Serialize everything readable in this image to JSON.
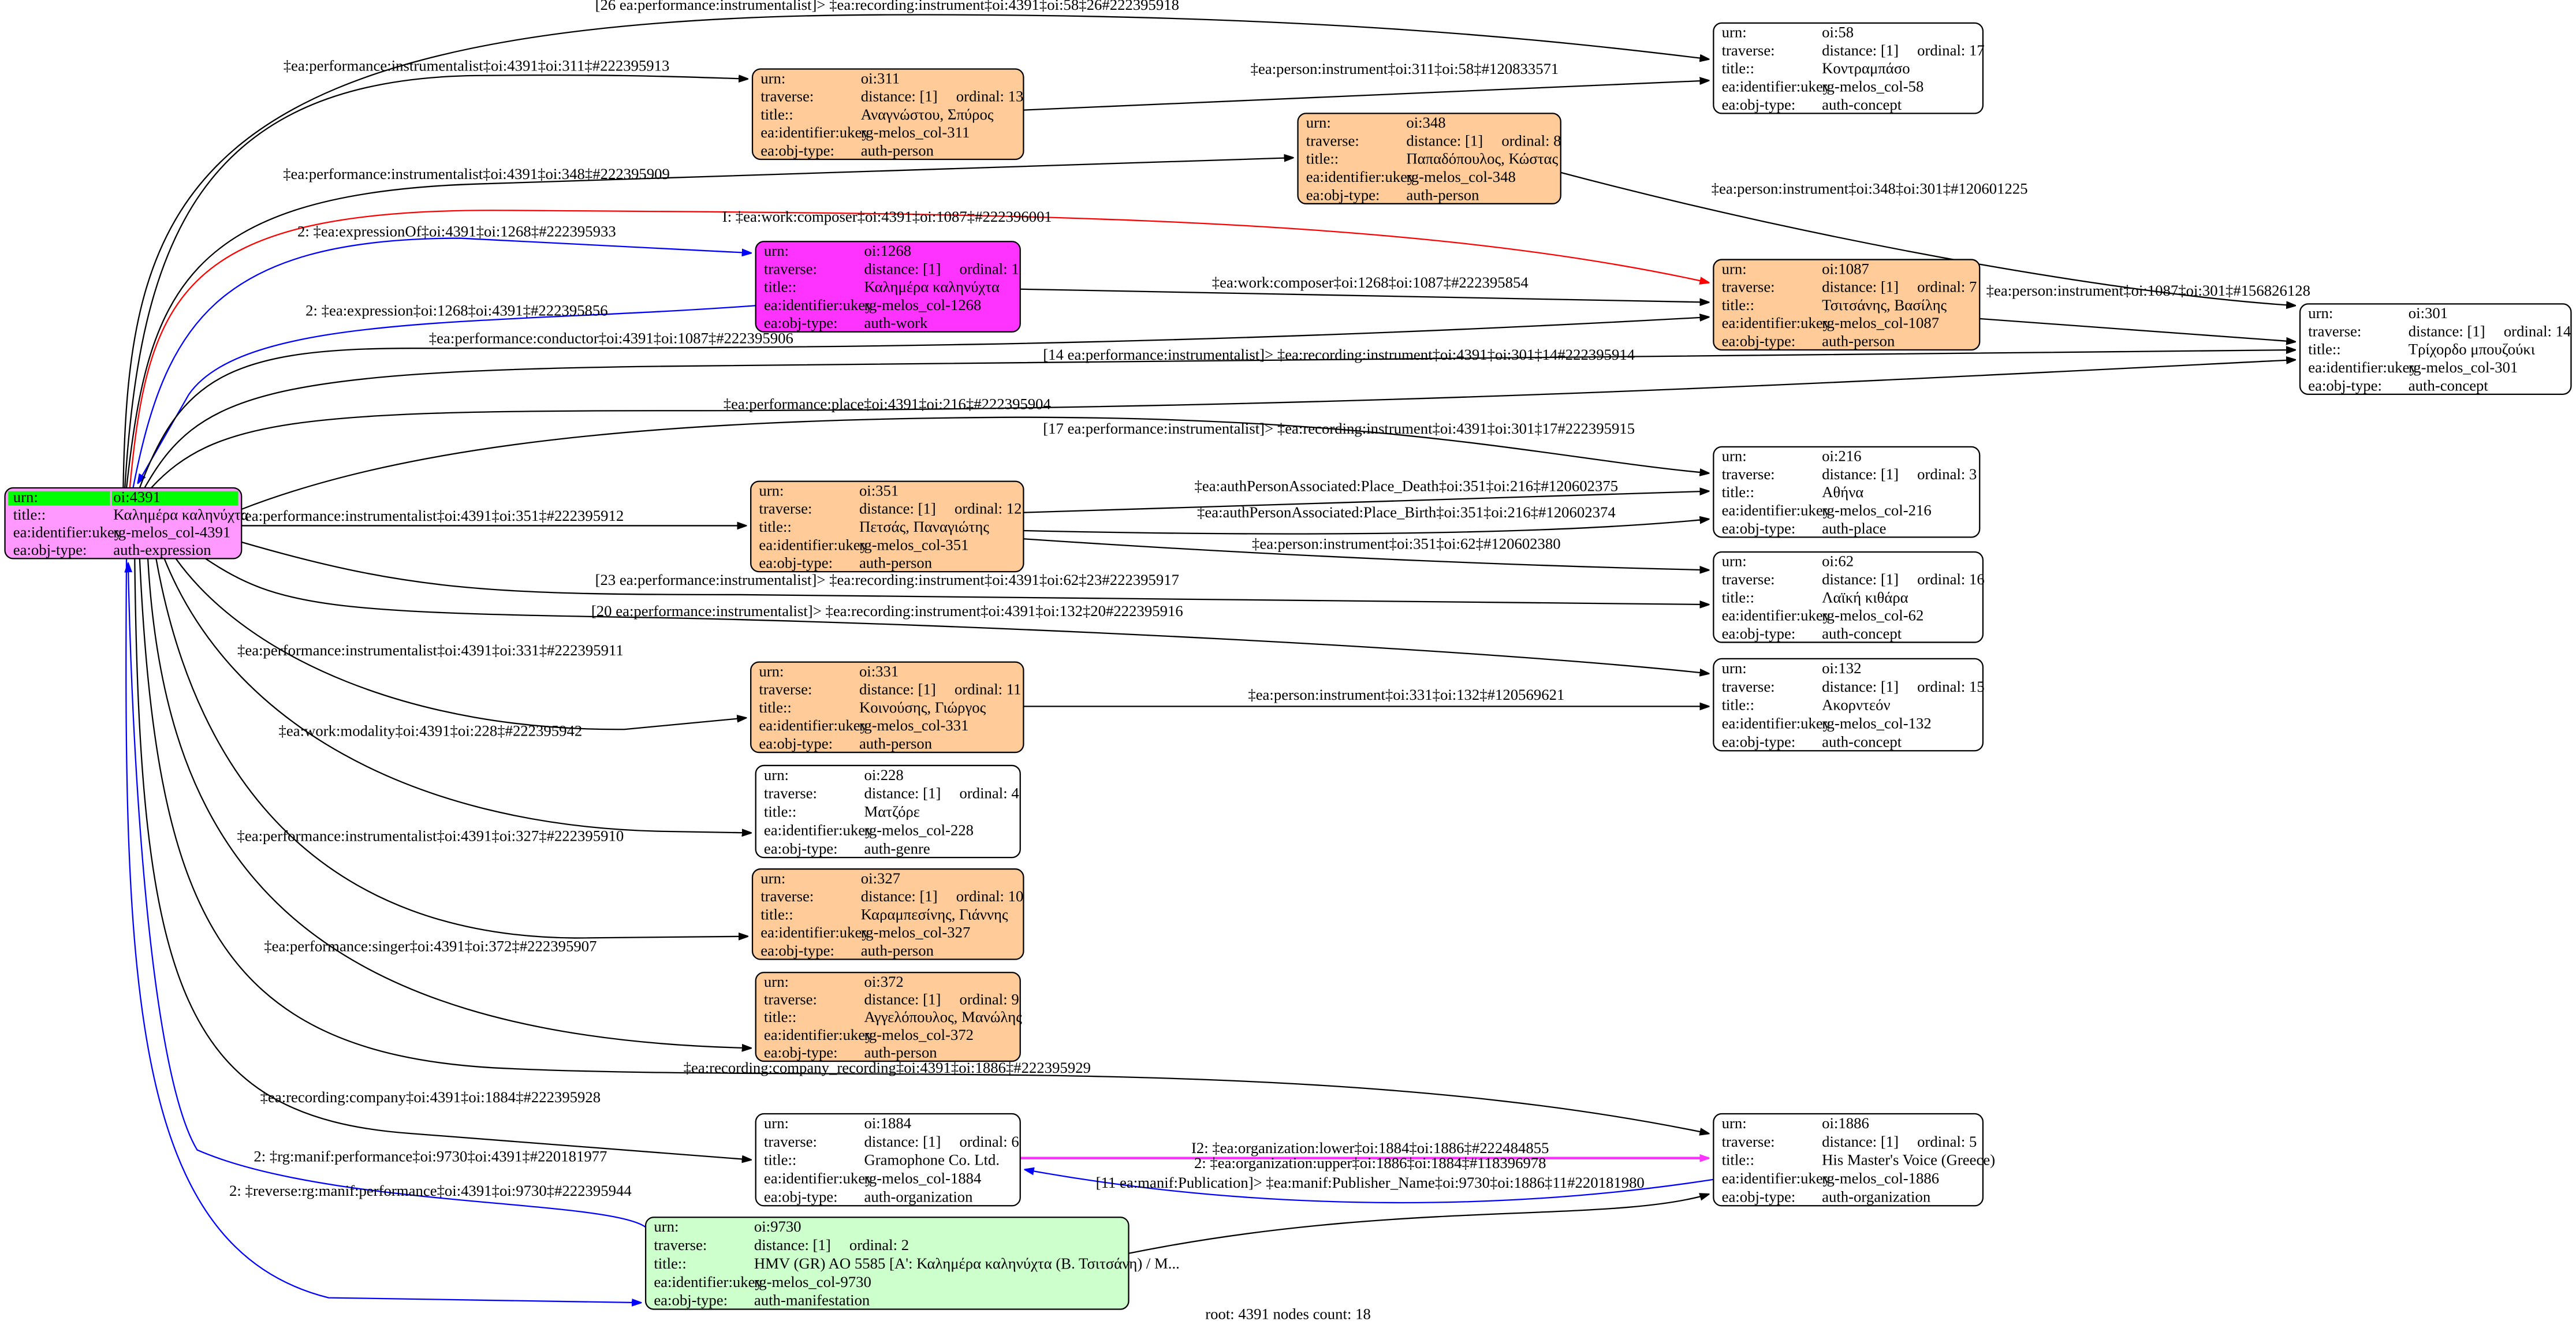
{
  "field_labels": {
    "urn": "urn:",
    "traverse": "traverse:",
    "title": "title::",
    "ukey": "ea:identifier:ukey",
    "objtype": "ea:obj-type:"
  },
  "colors": {
    "person": "#ffcc99",
    "work": "#ff33ff",
    "root": "#ff99ff",
    "root_header": "#00ff00",
    "manifestation": "#ccffcc",
    "plain": "#ffffff",
    "red": "#ff0000",
    "blue": "#0000ff",
    "magenta": "#ff33ff",
    "black": "#000000"
  },
  "nodes": [
    {
      "id": "4391",
      "urn": "oi:4391",
      "title": "Καλημέρα καληνύχτα",
      "ukey": "rg-melos_col-4391",
      "objtype": "auth-expression",
      "color": "#ff99ff",
      "root": true
    },
    {
      "id": "58",
      "urn": "oi:58",
      "distance": "distance: [1]",
      "ordinal": "ordinal: 17",
      "title": "Κοντραμπάσο",
      "ukey": "rg-melos_col-58",
      "objtype": "auth-concept",
      "color": "#ffffff"
    },
    {
      "id": "311",
      "urn": "oi:311",
      "distance": "distance: [1]",
      "ordinal": "ordinal: 13",
      "title": "Αναγνώστου, Σπύρος",
      "ukey": "rg-melos_col-311",
      "objtype": "auth-person",
      "color": "#ffcc99"
    },
    {
      "id": "348",
      "urn": "oi:348",
      "distance": "distance: [1]",
      "ordinal": "ordinal: 8",
      "title": "Παπαδόπουλος, Κώστας",
      "ukey": "rg-melos_col-348",
      "objtype": "auth-person",
      "color": "#ffcc99"
    },
    {
      "id": "1268",
      "urn": "oi:1268",
      "distance": "distance: [1]",
      "ordinal": "ordinal: 1",
      "title": "Καλημέρα καληνύχτα",
      "ukey": "rg-melos_col-1268",
      "objtype": "auth-work",
      "color": "#ff33ff"
    },
    {
      "id": "1087",
      "urn": "oi:1087",
      "distance": "distance: [1]",
      "ordinal": "ordinal: 7",
      "title": "Τσιτσάνης, Βασίλης",
      "ukey": "rg-melos_col-1087",
      "objtype": "auth-person",
      "color": "#ffcc99"
    },
    {
      "id": "301",
      "urn": "oi:301",
      "distance": "distance: [1]",
      "ordinal": "ordinal: 14",
      "title": "Τρίχορδο μπουζούκι",
      "ukey": "rg-melos_col-301",
      "objtype": "auth-concept",
      "color": "#ffffff"
    },
    {
      "id": "216",
      "urn": "oi:216",
      "distance": "distance: [1]",
      "ordinal": "ordinal: 3",
      "title": "Αθήνα",
      "ukey": "rg-melos_col-216",
      "objtype": "auth-place",
      "color": "#ffffff"
    },
    {
      "id": "351",
      "urn": "oi:351",
      "distance": "distance: [1]",
      "ordinal": "ordinal: 12",
      "title": "Πετσάς, Παναγιώτης",
      "ukey": "rg-melos_col-351",
      "objtype": "auth-person",
      "color": "#ffcc99"
    },
    {
      "id": "62",
      "urn": "oi:62",
      "distance": "distance: [1]",
      "ordinal": "ordinal: 16",
      "title": "Λαϊκή κιθάρα",
      "ukey": "rg-melos_col-62",
      "objtype": "auth-concept",
      "color": "#ffffff"
    },
    {
      "id": "132",
      "urn": "oi:132",
      "distance": "distance: [1]",
      "ordinal": "ordinal: 15",
      "title": "Ακορντεόν",
      "ukey": "rg-melos_col-132",
      "objtype": "auth-concept",
      "color": "#ffffff"
    },
    {
      "id": "331",
      "urn": "oi:331",
      "distance": "distance: [1]",
      "ordinal": "ordinal: 11",
      "title": "Κοινούσης, Γιώργος",
      "ukey": "rg-melos_col-331",
      "objtype": "auth-person",
      "color": "#ffcc99"
    },
    {
      "id": "228",
      "urn": "oi:228",
      "distance": "distance: [1]",
      "ordinal": "ordinal: 4",
      "title": "Ματζόρε",
      "ukey": "rg-melos_col-228",
      "objtype": "auth-genre",
      "color": "#ffffff"
    },
    {
      "id": "327",
      "urn": "oi:327",
      "distance": "distance: [1]",
      "ordinal": "ordinal: 10",
      "title": "Καραμπεσίνης, Γιάννης",
      "ukey": "rg-melos_col-327",
      "objtype": "auth-person",
      "color": "#ffcc99"
    },
    {
      "id": "372",
      "urn": "oi:372",
      "distance": "distance: [1]",
      "ordinal": "ordinal: 9",
      "title": "Αγγελόπουλος, Μανώλης",
      "ukey": "rg-melos_col-372",
      "objtype": "auth-person",
      "color": "#ffcc99"
    },
    {
      "id": "1884",
      "urn": "oi:1884",
      "distance": "distance: [1]",
      "ordinal": "ordinal: 6",
      "title": "Gramophone Co. Ltd.",
      "ukey": "rg-melos_col-1884",
      "objtype": "auth-organization",
      "color": "#ffffff"
    },
    {
      "id": "1886",
      "urn": "oi:1886",
      "distance": "distance: [1]",
      "ordinal": "ordinal: 5",
      "title": "His Master's Voice (Greece)",
      "ukey": "rg-melos_col-1886",
      "objtype": "auth-organization",
      "color": "#ffffff"
    },
    {
      "id": "9730",
      "urn": "oi:9730",
      "distance": "distance: [1]",
      "ordinal": "ordinal: 2",
      "title": "HMV (GR) AO 5585 [Α': Καλημέρα καληνύχτα (Β. Τσιτσάνη) / Μ...",
      "ukey": "rg-melos_col-9730",
      "objtype": "auth-manifestation",
      "color": "#ccffcc"
    }
  ],
  "edges": [
    {
      "label": "[26 ea:performance:instrumentalist]> ‡ea:recording:instrument‡oi:4391‡oi:58‡26#222395918",
      "color": "#000000"
    },
    {
      "label": "‡ea:performance:instrumentalist‡oi:4391‡oi:311‡#222395913",
      "color": "#000000"
    },
    {
      "label": "‡ea:person:instrument‡oi:311‡oi:58‡#120833571",
      "color": "#000000"
    },
    {
      "label": "‡ea:performance:instrumentalist‡oi:4391‡oi:348‡#222395909",
      "color": "#000000"
    },
    {
      "label": "‡ea:person:instrument‡oi:348‡oi:301‡#120601225",
      "color": "#000000"
    },
    {
      "label": "I: ‡ea:work:composer‡oi:4391‡oi:1087‡#222396001",
      "color": "#ff0000"
    },
    {
      "label": "2: ‡ea:expressionOf‡oi:4391‡oi:1268‡#222395933",
      "color": "#0000ff"
    },
    {
      "label": "2: ‡ea:expression‡oi:1268‡oi:4391‡#222395856",
      "color": "#0000ff"
    },
    {
      "label": "‡ea:work:composer‡oi:1268‡oi:1087‡#222395854",
      "color": "#000000"
    },
    {
      "label": "‡ea:performance:conductor‡oi:4391‡oi:1087‡#222395906",
      "color": "#000000"
    },
    {
      "label": "‡ea:person:instrument‡oi:1087‡oi:301‡#156826128",
      "color": "#000000"
    },
    {
      "label": "[14 ea:performance:instrumentalist]> ‡ea:recording:instrument‡oi:4391‡oi:301‡14#222395914",
      "color": "#000000"
    },
    {
      "label": "[17 ea:performance:instrumentalist]> ‡ea:recording:instrument‡oi:4391‡oi:301‡17#222395915",
      "color": "#000000"
    },
    {
      "label": "‡ea:performance:place‡oi:4391‡oi:216‡#222395904",
      "color": "#000000"
    },
    {
      "label": "‡ea:performance:instrumentalist‡oi:4391‡oi:351‡#222395912",
      "color": "#000000"
    },
    {
      "label": "‡ea:authPersonAssociated:Place_Death‡oi:351‡oi:216‡#120602375",
      "color": "#000000"
    },
    {
      "label": "‡ea:authPersonAssociated:Place_Birth‡oi:351‡oi:216‡#120602374",
      "color": "#000000"
    },
    {
      "label": "‡ea:person:instrument‡oi:351‡oi:62‡#120602380",
      "color": "#000000"
    },
    {
      "label": "[23 ea:performance:instrumentalist]> ‡ea:recording:instrument‡oi:4391‡oi:62‡23#222395917",
      "color": "#000000"
    },
    {
      "label": "[20 ea:performance:instrumentalist]> ‡ea:recording:instrument‡oi:4391‡oi:132‡20#222395916",
      "color": "#000000"
    },
    {
      "label": "‡ea:performance:instrumentalist‡oi:4391‡oi:331‡#222395911",
      "color": "#000000"
    },
    {
      "label": "‡ea:person:instrument‡oi:331‡oi:132‡#120569621",
      "color": "#000000"
    },
    {
      "label": "‡ea:work:modality‡oi:4391‡oi:228‡#222395942",
      "color": "#000000"
    },
    {
      "label": "‡ea:performance:instrumentalist‡oi:4391‡oi:327‡#222395910",
      "color": "#000000"
    },
    {
      "label": "‡ea:performance:singer‡oi:4391‡oi:372‡#222395907",
      "color": "#000000"
    },
    {
      "label": "‡ea:recording:company_recording‡oi:4391‡oi:1886‡#222395929",
      "color": "#000000"
    },
    {
      "label": "‡ea:recording:company‡oi:4391‡oi:1884‡#222395928",
      "color": "#000000"
    },
    {
      "label": "I2: ‡ea:organization:lower‡oi:1884‡oi:1886‡#222484855",
      "color": "#ff33ff"
    },
    {
      "label": "2: ‡ea:organization:upper‡oi:1886‡oi:1884‡#118396978",
      "color": "#0000ff"
    },
    {
      "label": "[11 ea:manif:Publication]> ‡ea:manif:Publisher_Name‡oi:9730‡oi:1886‡11#220181980",
      "color": "#000000"
    },
    {
      "label": "2: ‡rg:manif:performance‡oi:9730‡oi:4391‡#220181977",
      "color": "#0000ff"
    },
    {
      "label": "2: ‡reverse:rg:manif:performance‡oi:4391‡oi:9730‡#222395944",
      "color": "#0000ff"
    }
  ],
  "footer": "root: 4391 nodes count: 18"
}
